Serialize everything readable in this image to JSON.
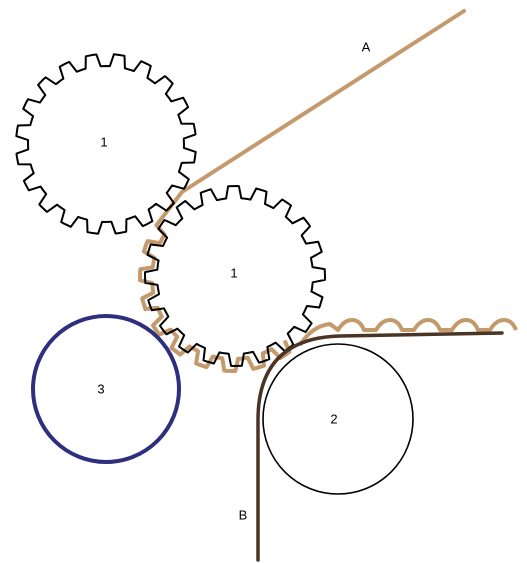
{
  "colors": {
    "background": "#ffffff",
    "gear_stroke": "#000000",
    "paper_a": "#c49a6c",
    "liner_b": "#4a3424",
    "roller_3": "#2e2f7f",
    "roller_2": "#000000"
  },
  "labels": {
    "gear_top": "1",
    "gear_middle": "1",
    "roller_right": "2",
    "roller_left": "3",
    "strand_a": "A",
    "strand_b": "B"
  }
}
